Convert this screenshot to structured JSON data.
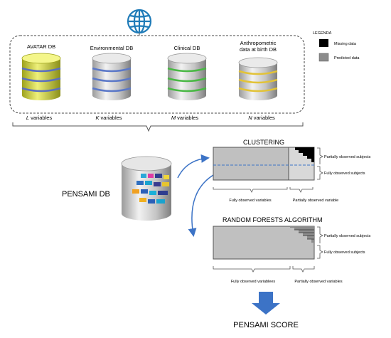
{
  "legend": {
    "title": "LEGENDA",
    "items": [
      {
        "label": "Missing data",
        "color": "#000000"
      },
      {
        "label": "Predicted data",
        "color": "#8c8c8c"
      }
    ]
  },
  "databases": [
    {
      "label": "AVATAR DB",
      "vars_letter": "L",
      "vars_suffix": " variables",
      "color": "#c8cc3a"
    },
    {
      "label": "Environmental DB",
      "vars_letter": "K",
      "vars_suffix": " variables",
      "color": "#5b78c8"
    },
    {
      "label": "Clinical DB",
      "vars_letter": "M",
      "vars_suffix": " variables",
      "color": "#4ab845"
    },
    {
      "label_line1": "Anthropometric",
      "label_line2": "data at birth DB",
      "vars_letter": "N",
      "vars_suffix": " variables",
      "color": "#e2c338"
    }
  ],
  "pensami_db": "PENSAMI DB",
  "clustering": {
    "title": "CLUSTERING",
    "right_top": "Partially observed subjects",
    "right_bottom": "Fully observed subjects",
    "bottom_left": "Fully observed variables",
    "bottom_right": "Partially observed variable"
  },
  "random_forests": {
    "title": "RANDOM FORESTS ALGORITHM",
    "right_top": "Partially observed subjects",
    "right_bottom": "Fully observed subjects",
    "bottom_left": "Fully observed variablees",
    "bottom_right": "Partially observed variables"
  },
  "score": "PENSAMI SCORE",
  "colors": {
    "globe": "#1f7bb8",
    "arrow": "#3c73c6",
    "grid_gray": "#c0c0c0",
    "light_gray": "#d8d8d8"
  }
}
